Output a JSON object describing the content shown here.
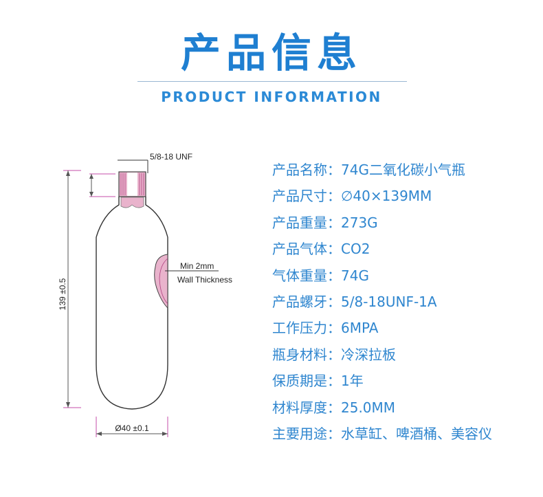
{
  "header": {
    "title_cn": "产品信息",
    "title_en": "PRODUCT INFORMATION"
  },
  "drawing": {
    "thread_label": "5/8-18 UNF",
    "wall_label_1": "Min 2mm",
    "wall_label_2": "Wall Thickness",
    "height_dim": "139 ±0.5",
    "diameter_dim": "Ø40 ±0.1"
  },
  "specs": [
    {
      "label": "产品名称",
      "value": "74G二氧化碳小气瓶"
    },
    {
      "label": "产品尺寸",
      "value": "∅40×139MM"
    },
    {
      "label": "产品重量",
      "value": "273G"
    },
    {
      "label": "产品气体",
      "value": "CO2"
    },
    {
      "label": "气体重量",
      "value": "74G"
    },
    {
      "label": "产品螺牙",
      "value": "5/8-18UNF-1A"
    },
    {
      "label": "工作压力",
      "value": "6MPA"
    },
    {
      "label": "瓶身材料",
      "value": "冷深拉板"
    },
    {
      "label": "保质期是",
      "value": "1年"
    },
    {
      "label": "材料厚度",
      "value": "25.0MM"
    },
    {
      "label": "主要用途",
      "value": "水草缸、啤酒桶、美容仪"
    }
  ],
  "separator": "：",
  "colors": {
    "accent": "#1f7fd1",
    "spec_text": "#2f86cf",
    "dimension_line": "#c64ea8",
    "thread_fill": "#e9b3cc"
  }
}
